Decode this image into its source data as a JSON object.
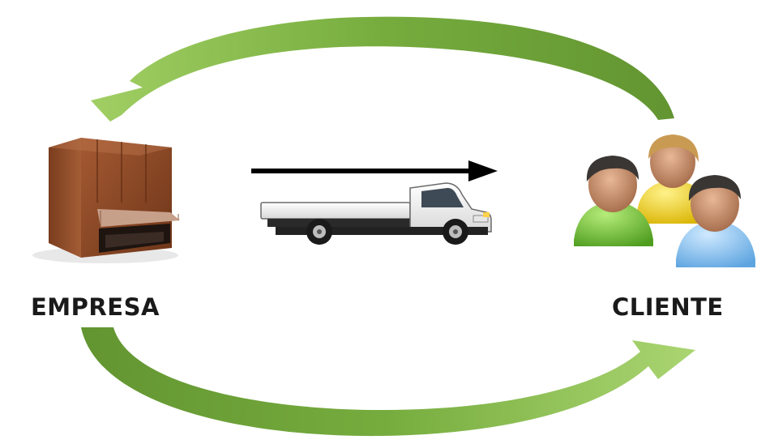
{
  "diagram": {
    "nodes": [
      {
        "id": "empresa",
        "label": "EMPRESA",
        "icon": "warehouse-building-icon"
      },
      {
        "id": "cliente",
        "label": "CLIENTE",
        "icon": "customers-group-icon"
      }
    ],
    "edges": [
      {
        "from": "empresa",
        "to": "cliente",
        "style": "curved-green-arrow-bottom"
      },
      {
        "from": "cliente",
        "to": "empresa",
        "style": "curved-green-arrow-top"
      },
      {
        "from": "empresa",
        "to": "cliente",
        "style": "straight-black-arrow-with-truck"
      }
    ],
    "colors": {
      "arrow_green": "#7fb241",
      "arrow_green_dark": "#4f7f1f",
      "building_brown": "#8a4a2a",
      "person_green": "#7ec64a",
      "person_yellow": "#f2d62e",
      "person_blue": "#8cc4ec"
    }
  }
}
